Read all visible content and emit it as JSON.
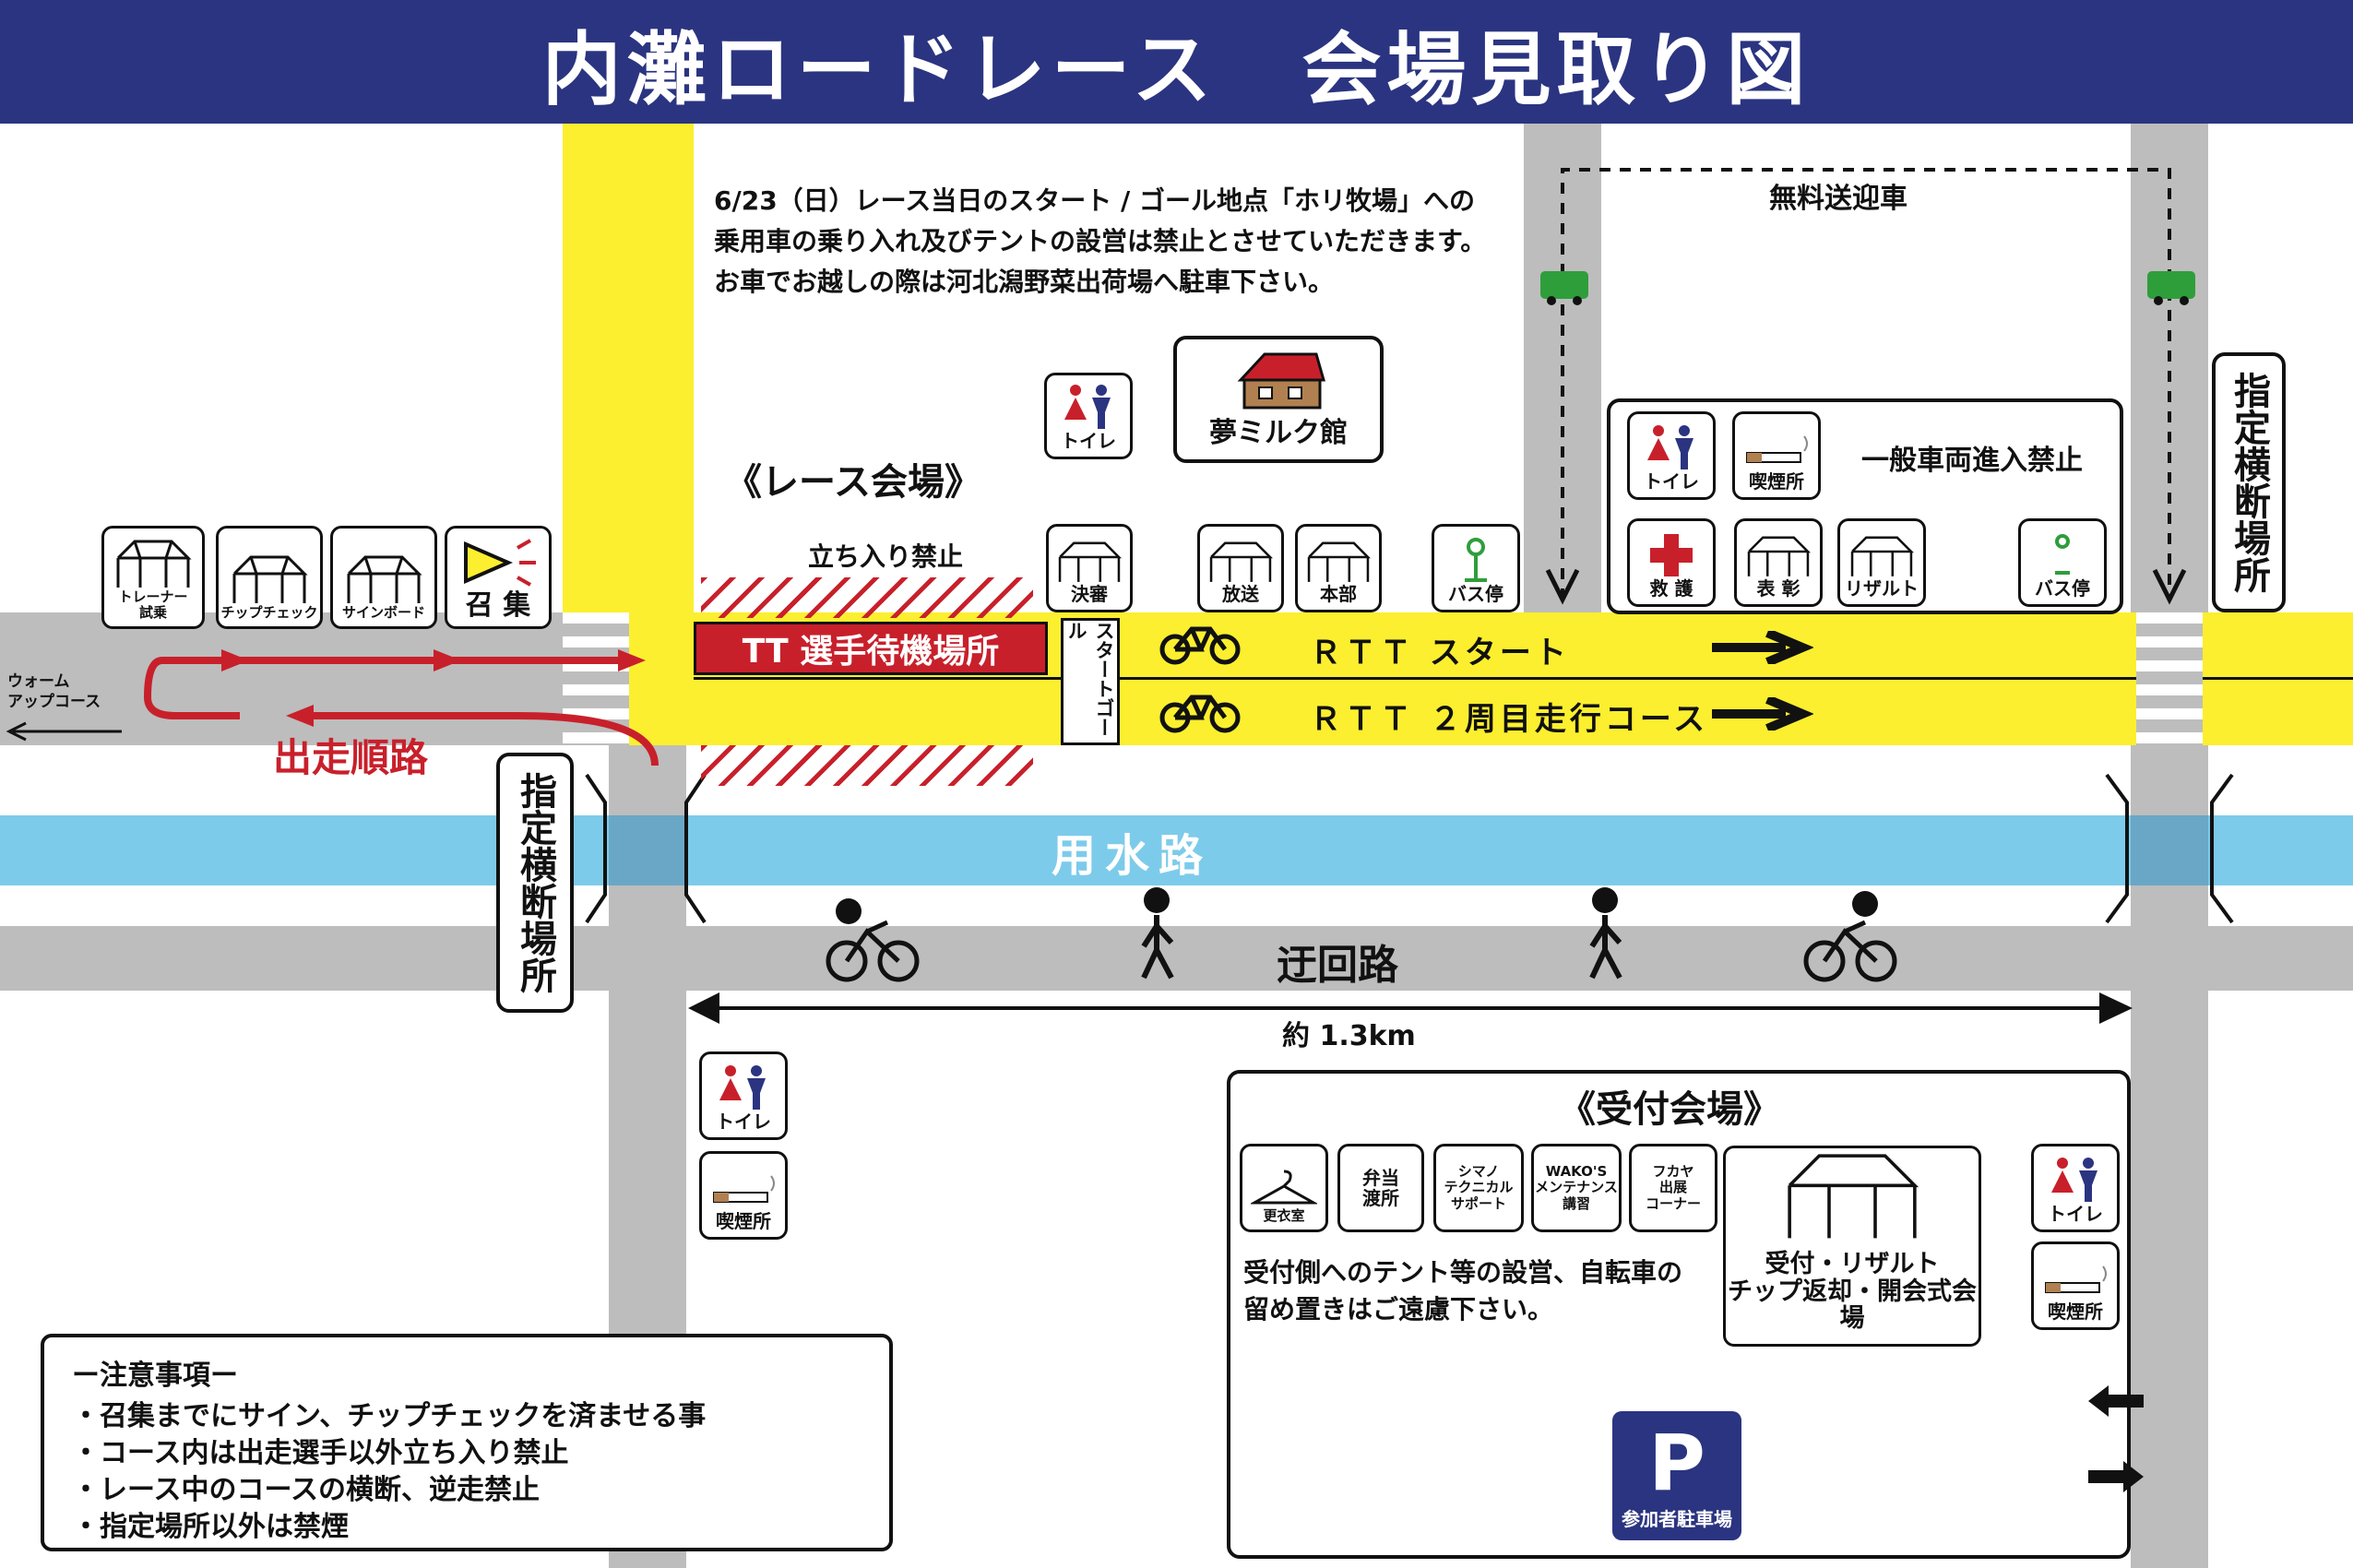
{
  "title": "内灘ロードレース　会場見取り図",
  "notice": {
    "line1": "6/23（日）レース当日のスタート / ゴール地点「ホリ牧場」への",
    "line2": "乗用車の乗り入れ及びテントの設営は禁止とさせていただきます。",
    "line3": "お車でお越しの際は河北潟野菜出荷場へ駐車下さい。"
  },
  "shuttle_label": "無料送迎車",
  "crossing_label": "指定横断場所",
  "race_venue_label": "《レース会場》",
  "no_entry_label": "立ち入り禁止",
  "tt_waiting_label": "TT 選手待機場所",
  "start_goal_label": "スタートゴール",
  "rtt_start_label": "ＲＴＴ スタート",
  "rtt_second_lap_label": "ＲＴＴ ２周目走行コース",
  "warmup_label": "ウォーム\nアップコース",
  "start_order_label": "出走順路",
  "canal_label": "用水路",
  "detour_label": "迂回路",
  "distance_label": "約 1.3km",
  "no_vehicles_label": "一般車両進入禁止",
  "milk_house_label": "夢ミルク館",
  "tents_left": [
    "トレーナー\n試乗",
    "チップチェック",
    "サインボード"
  ],
  "call_label": "召 集",
  "race_tents": [
    "決審",
    "放送",
    "本部"
  ],
  "bus_stop_label": "バス停",
  "toilet_label": "トイレ",
  "smoking_label": "喫煙所",
  "first_aid_label": "救 護",
  "awards_label": "表 彰",
  "result_label": "リザルト",
  "reception_title": "《受付会場》",
  "reception_items": [
    "更衣室",
    "弁当\n渡所",
    "シマノ\nテクニカル\nサポート",
    "WAKO'S\nメンテナンス\n講習",
    "フカヤ\n出展\nコーナー"
  ],
  "reception_main_label": "受付・リザルト\nチップ返却・開会式会場",
  "reception_note": "受付側へのテント等の設営、自転車の\n留め置きはご遠慮下さい。",
  "parking_label": "参加者駐車場",
  "parking_symbol": "P",
  "cautions_title": "ー注意事項ー",
  "cautions": [
    "・召集までにサイン、チップチェックを済ませる事",
    "・コース内は出走選手以外立ち入り禁止",
    "・レース中のコースの横断、逆走禁止",
    "・指定場所以外は禁煙"
  ],
  "colors": {
    "header": "#2b3480",
    "road": "#bdbdbd",
    "course": "#fcef2f",
    "canal": "#7dcbea",
    "red": "#c8202b",
    "bus": "#2e9e3b"
  }
}
